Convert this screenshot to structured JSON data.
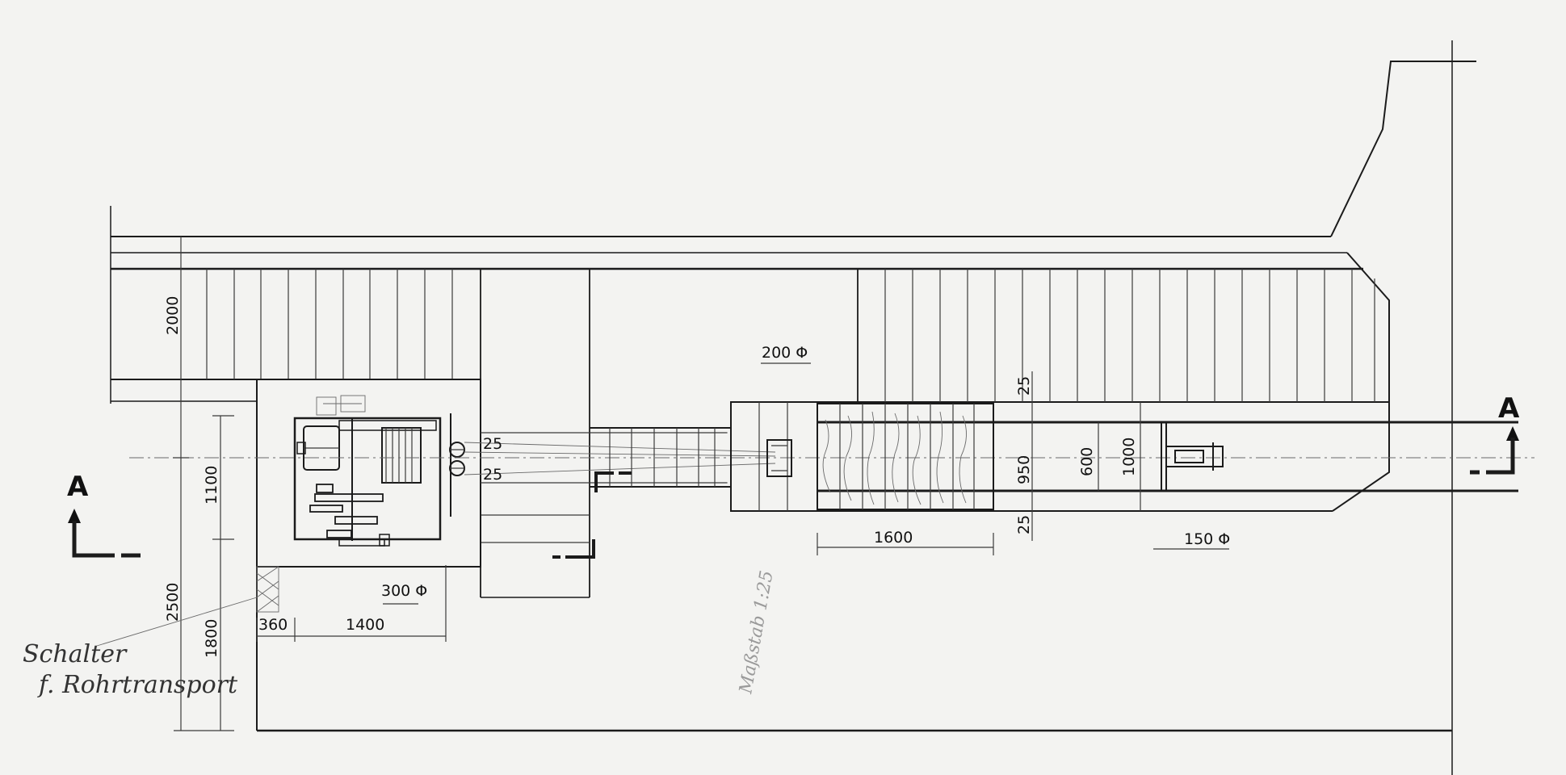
{
  "drawing": {
    "section_label": "A",
    "dimensions": {
      "d2000": "2000",
      "d1100": "1100",
      "d2500": "2500",
      "d1800": "1800",
      "d360": "360",
      "d1400": "1400",
      "d300": "300 Φ",
      "d200": "200 Φ",
      "d25a": "25",
      "d25b": "25",
      "d25c": "25",
      "d25d": "25",
      "d950": "950",
      "d600": "600",
      "d1000": "1000",
      "d1600": "1600",
      "d150": "150 Φ"
    },
    "note_line1": "Schalter",
    "note_line2": "f. Rohrtransport",
    "faint_note": "Maßstab 1:25"
  },
  "colors": {
    "paper": "#f3f3f1",
    "ink": "#1b1b1b"
  }
}
